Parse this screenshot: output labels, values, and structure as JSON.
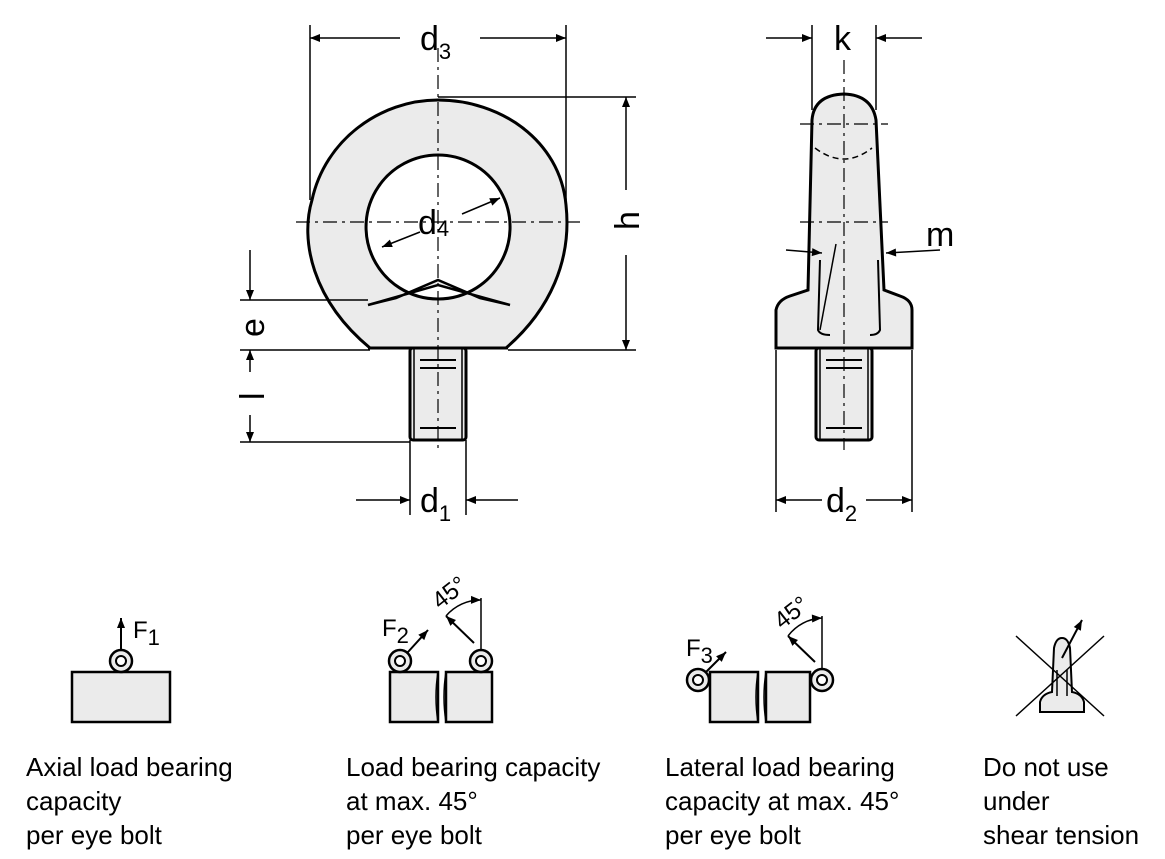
{
  "dimensions": {
    "d3": {
      "main": "d",
      "sub": "3"
    },
    "d4": {
      "main": "d",
      "sub": "4"
    },
    "h": "h",
    "e": "e",
    "l": "l",
    "d1": {
      "main": "d",
      "sub": "1"
    },
    "k": "k",
    "m": "m",
    "d2": {
      "main": "d",
      "sub": "2"
    }
  },
  "load_cases": [
    {
      "force": {
        "main": "F",
        "sub": "1"
      },
      "caption": [
        "Axial load bearing",
        "capacity",
        "per eye bolt"
      ]
    },
    {
      "force": {
        "main": "F",
        "sub": "2"
      },
      "angle": "45°",
      "caption": [
        "Load bearing capacity",
        "at max. 45°",
        "per eye bolt"
      ]
    },
    {
      "force": {
        "main": "F",
        "sub": "3"
      },
      "angle": "45°",
      "caption": [
        "Lateral load bearing",
        "capacity at max. 45°",
        "per eye bolt"
      ]
    },
    {
      "caption": [
        "Do not use",
        "under",
        "shear tension"
      ]
    }
  ],
  "colors": {
    "part_fill": "#ebebeb",
    "line": "#000000",
    "background": "#ffffff"
  }
}
